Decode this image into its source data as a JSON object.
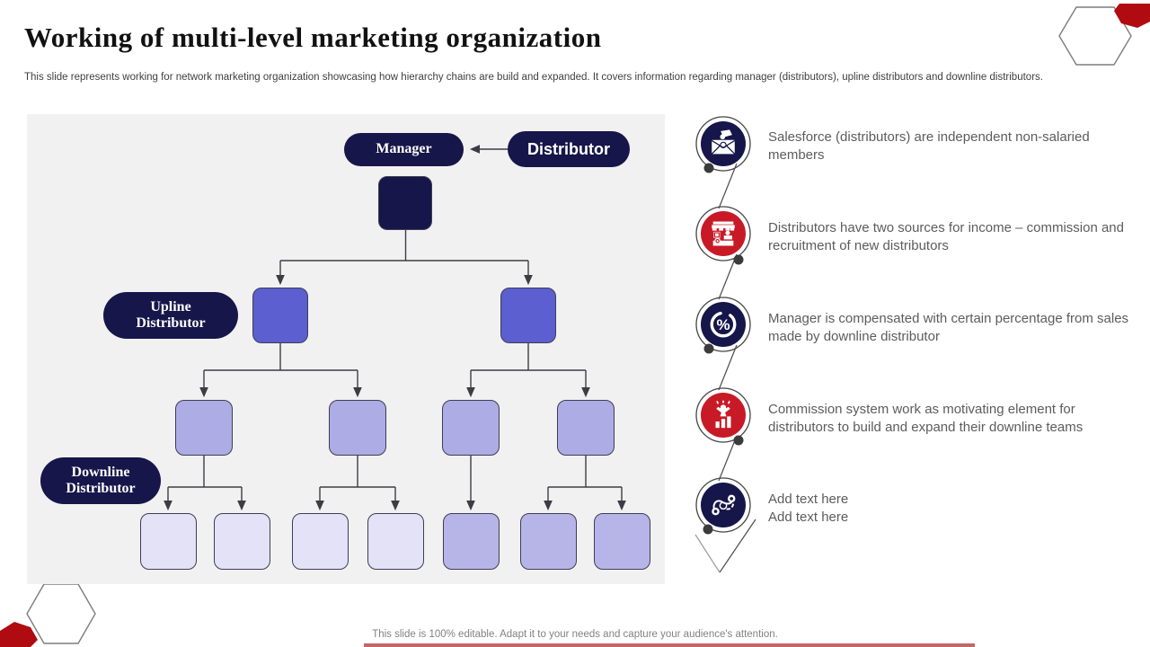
{
  "slide": {
    "title": "Working of multi-level marketing organization",
    "subtitle": "This slide represents working for network marketing organization showcasing how hierarchy chains are build and expanded. It covers information regarding manager (distributors), upline distributors and downline distributors.",
    "footer": "This slide is 100% editable. Adapt it to your needs and capture your audience's attention."
  },
  "org_chart": {
    "labels": {
      "manager": "Manager",
      "distributor": "Distributor",
      "upline_distributor": "Upline Distributor",
      "downline_distributor": "Downline Distributor"
    },
    "structure": {
      "level1_manager_nodes": 1,
      "level2_upline_nodes": 2,
      "level3_downline_nodes": 4,
      "level4_bottom_nodes": 7
    }
  },
  "timeline": [
    {
      "icon": "hand-envelope-icon",
      "circle_color": "#16164a",
      "text": "Salesforce (distributors) are independent non-salaried members"
    },
    {
      "icon": "market-stall-icon",
      "circle_color": "#c81a26",
      "text": "Distributors have two sources for income – commission and recruitment of new distributors"
    },
    {
      "icon": "percentage-icon",
      "circle_color": "#16164a",
      "text": "Manager is compensated with certain percentage from sales made by downline distributor"
    },
    {
      "icon": "motivation-chart-icon",
      "circle_color": "#c81a26",
      "text": "Commission system work as motivating element for distributors to build and expand their downline teams"
    },
    {
      "icon": "process-flow-icon",
      "circle_color": "#16164a",
      "lines": [
        "Add text here",
        "Add text here"
      ]
    }
  ],
  "colors": {
    "navy": "#16164a",
    "red_icon": "#c81a26",
    "corner_red": "#b00b10",
    "panel_gray": "#f2f1f1",
    "level2_blue": "#5b5fd0",
    "level3_lavender": "#aeace4",
    "level4_light": "#e3e2f6",
    "level4_medium": "#b7b5e8",
    "connector": "#3c3c44",
    "body_text": "#5c5c5c"
  }
}
